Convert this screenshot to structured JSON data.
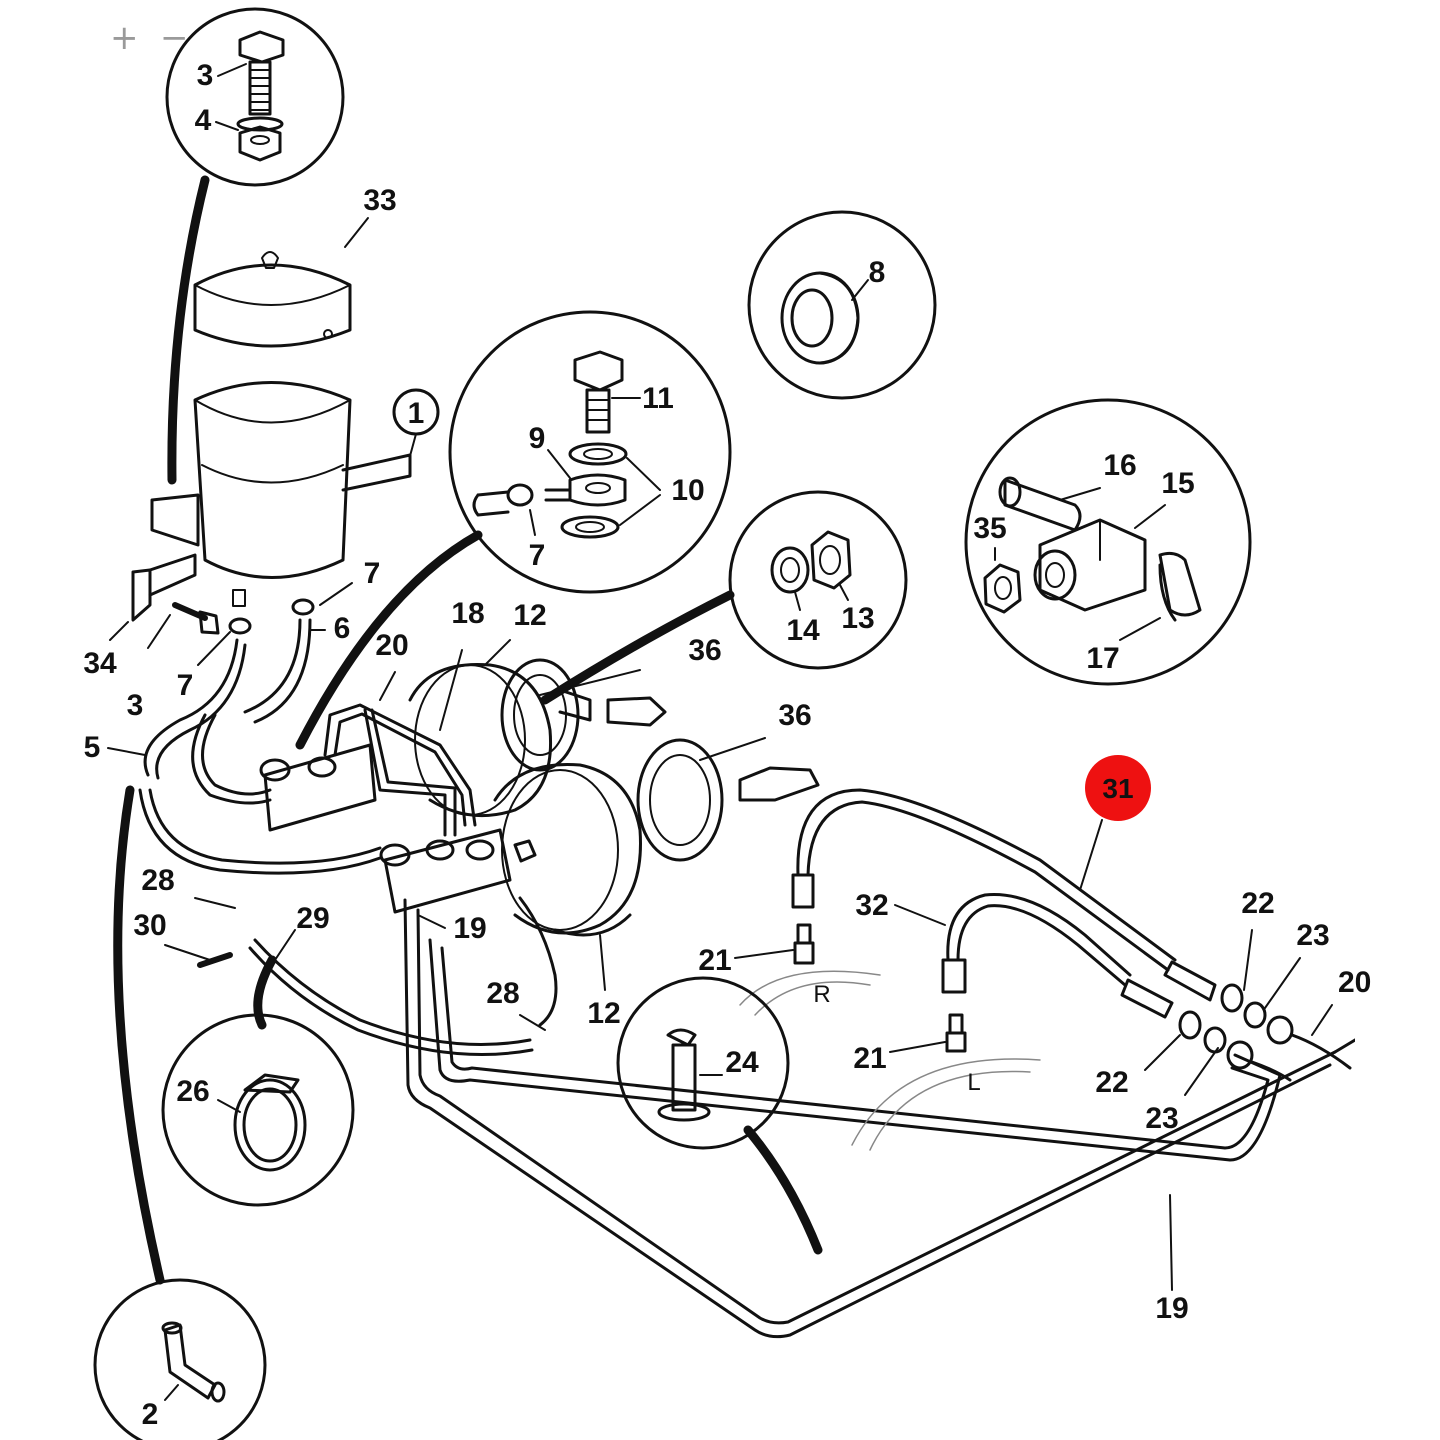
{
  "viewer": {
    "zoom_in_label": "+",
    "zoom_out_label": "−"
  },
  "highlight": {
    "label": "31",
    "color": "#ee1111"
  },
  "parts": {
    "p1": "1",
    "p2": "2",
    "p3": "3",
    "p3b": "3",
    "p4": "4",
    "p5": "5",
    "p6": "6",
    "p7a": "7",
    "p7b": "7",
    "p7c": "7",
    "p8": "8",
    "p9": "9",
    "p10": "10",
    "p11": "11",
    "p12a": "12",
    "p12b": "12",
    "p13": "13",
    "p14": "14",
    "p15": "15",
    "p16": "16",
    "p17": "17",
    "p18": "18",
    "p19a": "19",
    "p19b": "19",
    "p20a": "20",
    "p20b": "20",
    "p21a": "21",
    "p21b": "21",
    "p22a": "22",
    "p22b": "22",
    "p23a": "23",
    "p23b": "23",
    "p24": "24",
    "p26": "26",
    "p28a": "28",
    "p28b": "28",
    "p29": "29",
    "p30": "30",
    "p32": "32",
    "p33": "33",
    "p34": "34",
    "p35": "35",
    "p36a": "36",
    "p36b": "36"
  },
  "sides": {
    "right": "R",
    "left": "L"
  }
}
